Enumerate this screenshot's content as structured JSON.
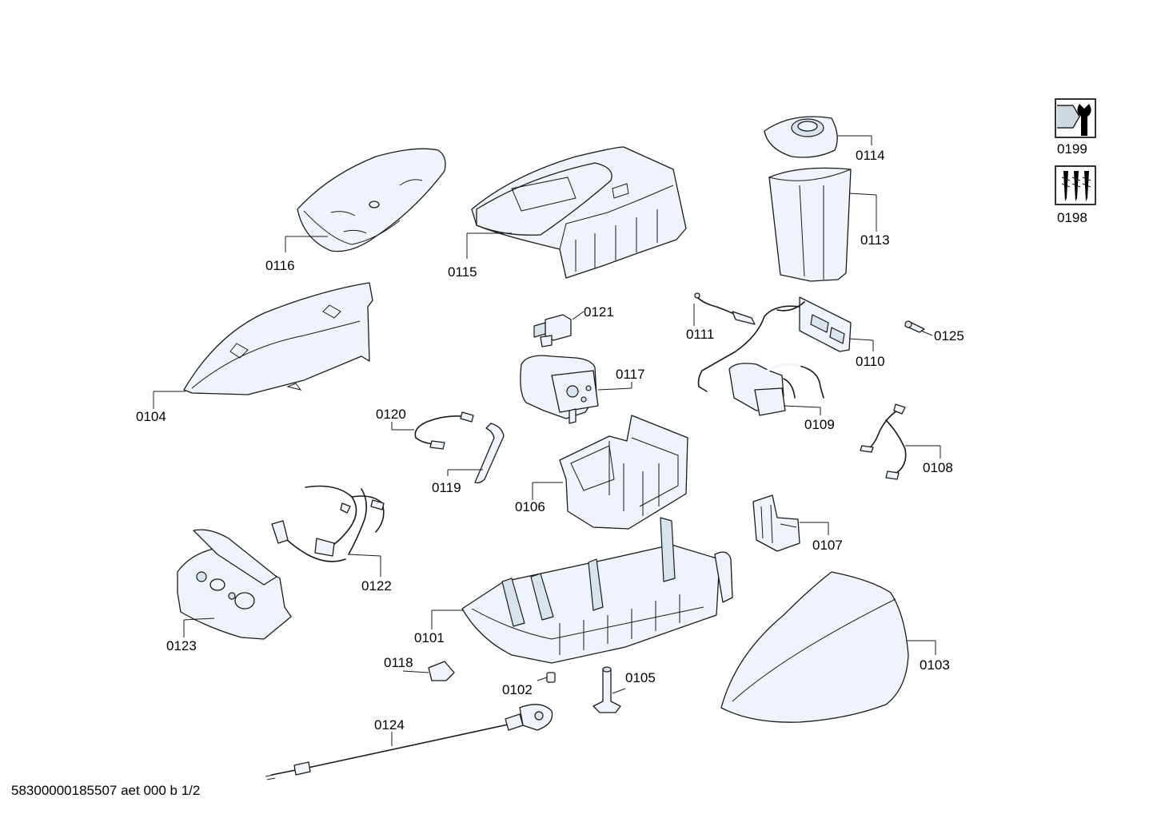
{
  "parts": [
    {
      "id": "p0116",
      "label": "0116"
    },
    {
      "id": "p0115",
      "label": "0115"
    },
    {
      "id": "p0114",
      "label": "0114"
    },
    {
      "id": "p0113",
      "label": "0113"
    },
    {
      "id": "p0104",
      "label": "0104"
    },
    {
      "id": "p0121",
      "label": "0121"
    },
    {
      "id": "p0111",
      "label": "0111"
    },
    {
      "id": "p0110",
      "label": "0110"
    },
    {
      "id": "p0125",
      "label": "0125"
    },
    {
      "id": "p0117",
      "label": "0117"
    },
    {
      "id": "p0109",
      "label": "0109"
    },
    {
      "id": "p0120",
      "label": "0120"
    },
    {
      "id": "p0119",
      "label": "0119"
    },
    {
      "id": "p0106",
      "label": "0106"
    },
    {
      "id": "p0108",
      "label": "0108"
    },
    {
      "id": "p0122",
      "label": "0122"
    },
    {
      "id": "p0107",
      "label": "0107"
    },
    {
      "id": "p0123",
      "label": "0123"
    },
    {
      "id": "p0101",
      "label": "0101"
    },
    {
      "id": "p0103",
      "label": "0103"
    },
    {
      "id": "p0118",
      "label": "0118"
    },
    {
      "id": "p0102",
      "label": "0102"
    },
    {
      "id": "p0105",
      "label": "0105"
    },
    {
      "id": "p0124",
      "label": "0124"
    }
  ],
  "legend": [
    {
      "label": "0199",
      "icon": "nut-wrench-icon"
    },
    {
      "label": "0198",
      "icon": "screws-icon"
    }
  ],
  "footer": "58300000185507 aet 000 b 1/2"
}
